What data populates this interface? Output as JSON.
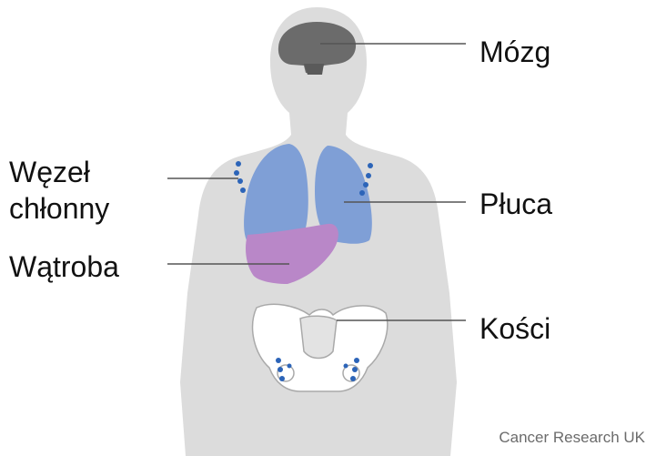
{
  "labels": {
    "brain": "Mózg",
    "lung": "Płuca",
    "bone": "Kości",
    "lymph_node_line1": "Węzeł",
    "lymph_node_line2": "chłonny",
    "liver": "Wątroba"
  },
  "credit": "Cancer Research UK",
  "colors": {
    "body": "#dcdcdc",
    "brain": "#6b6b6b",
    "lungs": "#7f9fd6",
    "liver": "#b987c8",
    "lymph_nodes": "#2c64b8",
    "pelvis": "#ffffff",
    "leader_lines": "#555555"
  }
}
